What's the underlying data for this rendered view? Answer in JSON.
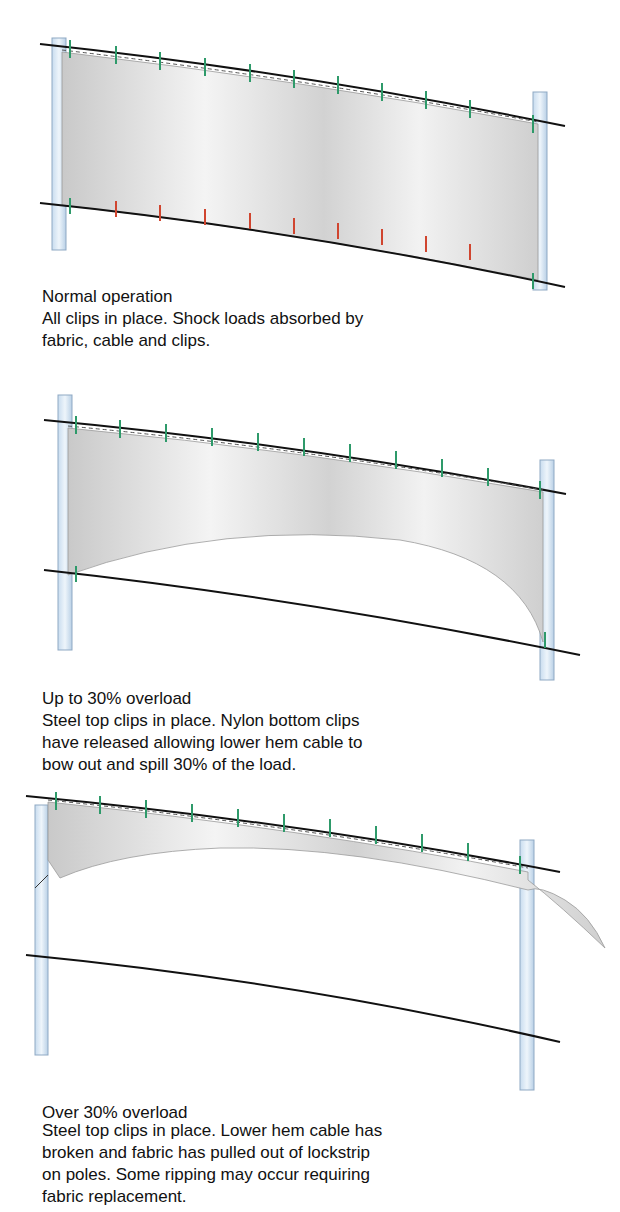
{
  "diagram": {
    "labels": [
      "Normal operation",
      "All clips in place. Shock loads absorbed by fabric, cable and clips.",
      "Up to 30% overload",
      "Steel top clips in place.  Nylon bottom clips have released allowing lower hem cable to bow out and spill 30% of the load.",
      "Over 30% overload",
      "Steel top clips in place. Lower hem cable has broken and fabric has pulled out of lockstrip on poles. Some ripping may occur requiring fabric replacement."
    ]
  }
}
